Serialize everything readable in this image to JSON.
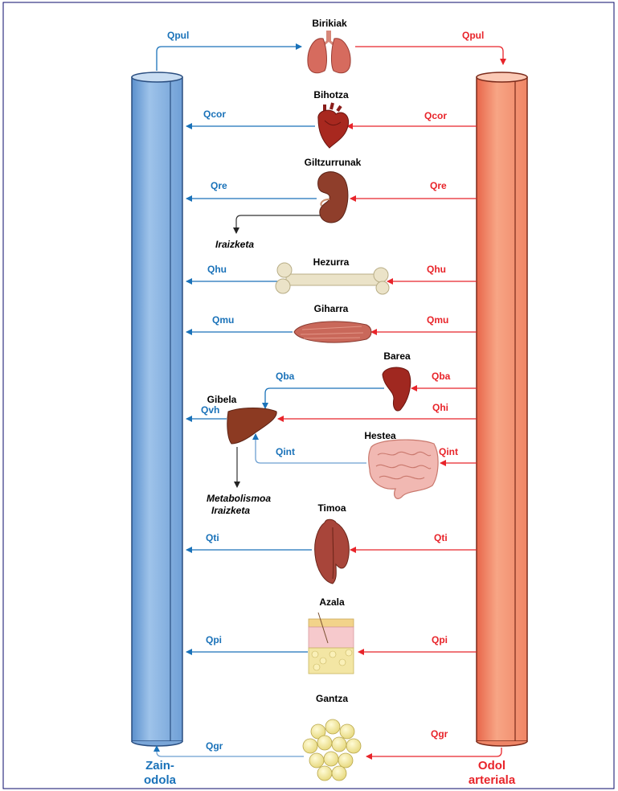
{
  "colors": {
    "vein": "#1a72b9",
    "artery": "#e8242a",
    "return_flow": "#6c9fd1",
    "frame": "#0a0a6a"
  },
  "vessels": {
    "vein_label_line1": "Zain-",
    "vein_label_line2": "odola",
    "artery_label_line1": "Odol",
    "artery_label_line2": "arteriala"
  },
  "organs": {
    "lungs": "Birikiak",
    "heart": "Bihotza",
    "kidneys": "Giltzurrunak",
    "bone": "Hezurra",
    "muscle": "Giharra",
    "spleen": "Barea",
    "liver": "Gibela",
    "gut": "Hestea",
    "thymus": "Timoa",
    "skin": "Azala",
    "fat": "Gantza"
  },
  "flows": {
    "pul_in": "Qpul",
    "pul_out": "Qpul",
    "cor_in": "Qcor",
    "cor_out": "Qcor",
    "re_in": "Qre",
    "re_out": "Qre",
    "hu_in": "Qhu",
    "hu_out": "Qhu",
    "mu_in": "Qmu",
    "mu_out": "Qmu",
    "ba_in": "Qba",
    "ba_out": "Qba",
    "hi": "Qhi",
    "vh": "Qvh",
    "int_in": "Qint",
    "int_out": "Qint",
    "ti_in": "Qti",
    "ti_out": "Qti",
    "pi_in": "Qpi",
    "pi_out": "Qpi",
    "gr_in": "Qgr",
    "gr_out": "Qgr"
  },
  "notes": {
    "excretion": "Iraizketa",
    "metabolism": "Metabolismoa",
    "excretion2": "Iraizketa"
  }
}
